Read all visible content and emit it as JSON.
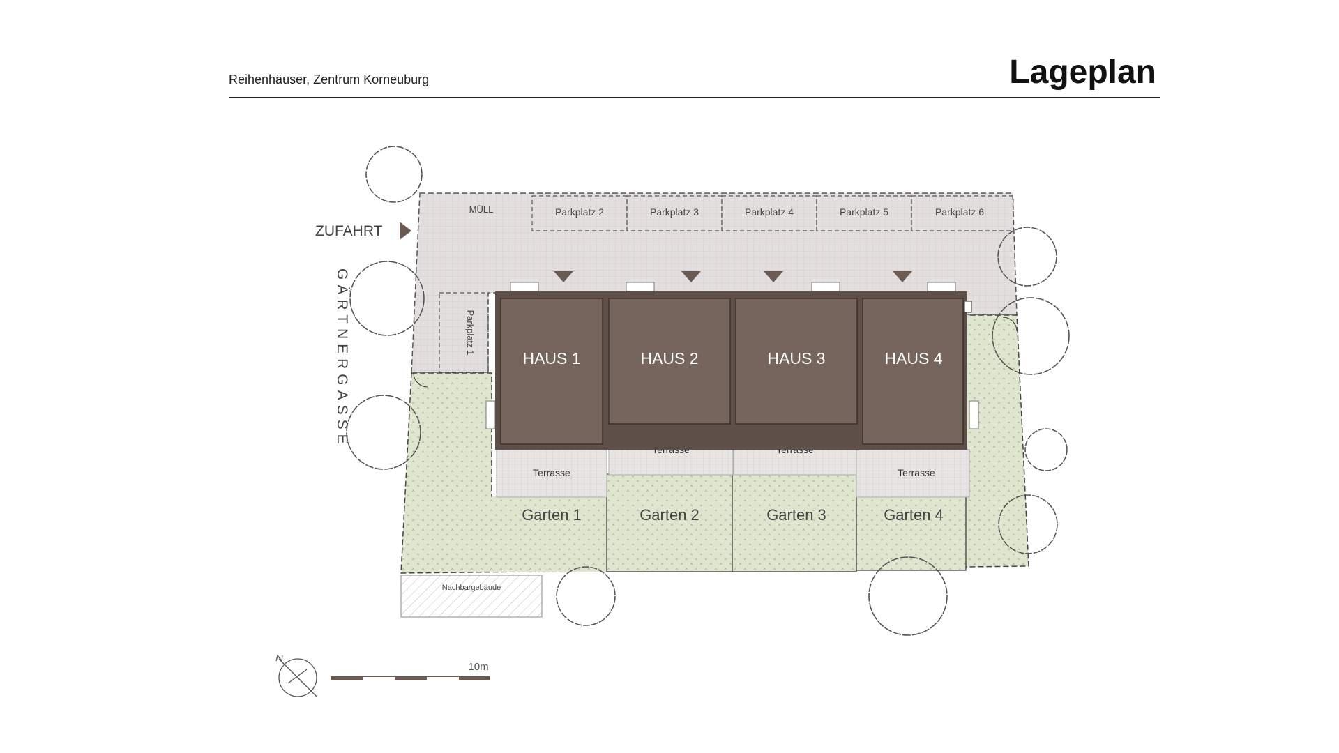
{
  "header": {
    "subtitle": "Reihenhäuser, Zentrum Korneuburg",
    "title": "Lageplan"
  },
  "plan": {
    "access_label": "ZUFAHRT",
    "waste_label": "MÜLL",
    "street_label": "GÄRTNERGASSE",
    "parking_vertical": "Parkplatz 1",
    "parking": [
      "Parkplatz 2",
      "Parkplatz 3",
      "Parkplatz 4",
      "Parkplatz 5",
      "Parkplatz 6"
    ],
    "houses": [
      "HAUS 1",
      "HAUS 2",
      "HAUS 3",
      "HAUS 4"
    ],
    "terraces": [
      "Terrasse",
      "Terrasse",
      "Terrasse",
      "Terrasse"
    ],
    "gardens": [
      "Garten 1",
      "Garten 2",
      "Garten 3",
      "Garten 4"
    ],
    "neighbor_label": "Nachbargebäude",
    "scale_label": "10m"
  },
  "colors": {
    "house": "#76655c",
    "paving": "#e3dede",
    "garden": "#dfe6cf",
    "terrace": "#e6e2e2",
    "accent": "#6b5a52"
  }
}
